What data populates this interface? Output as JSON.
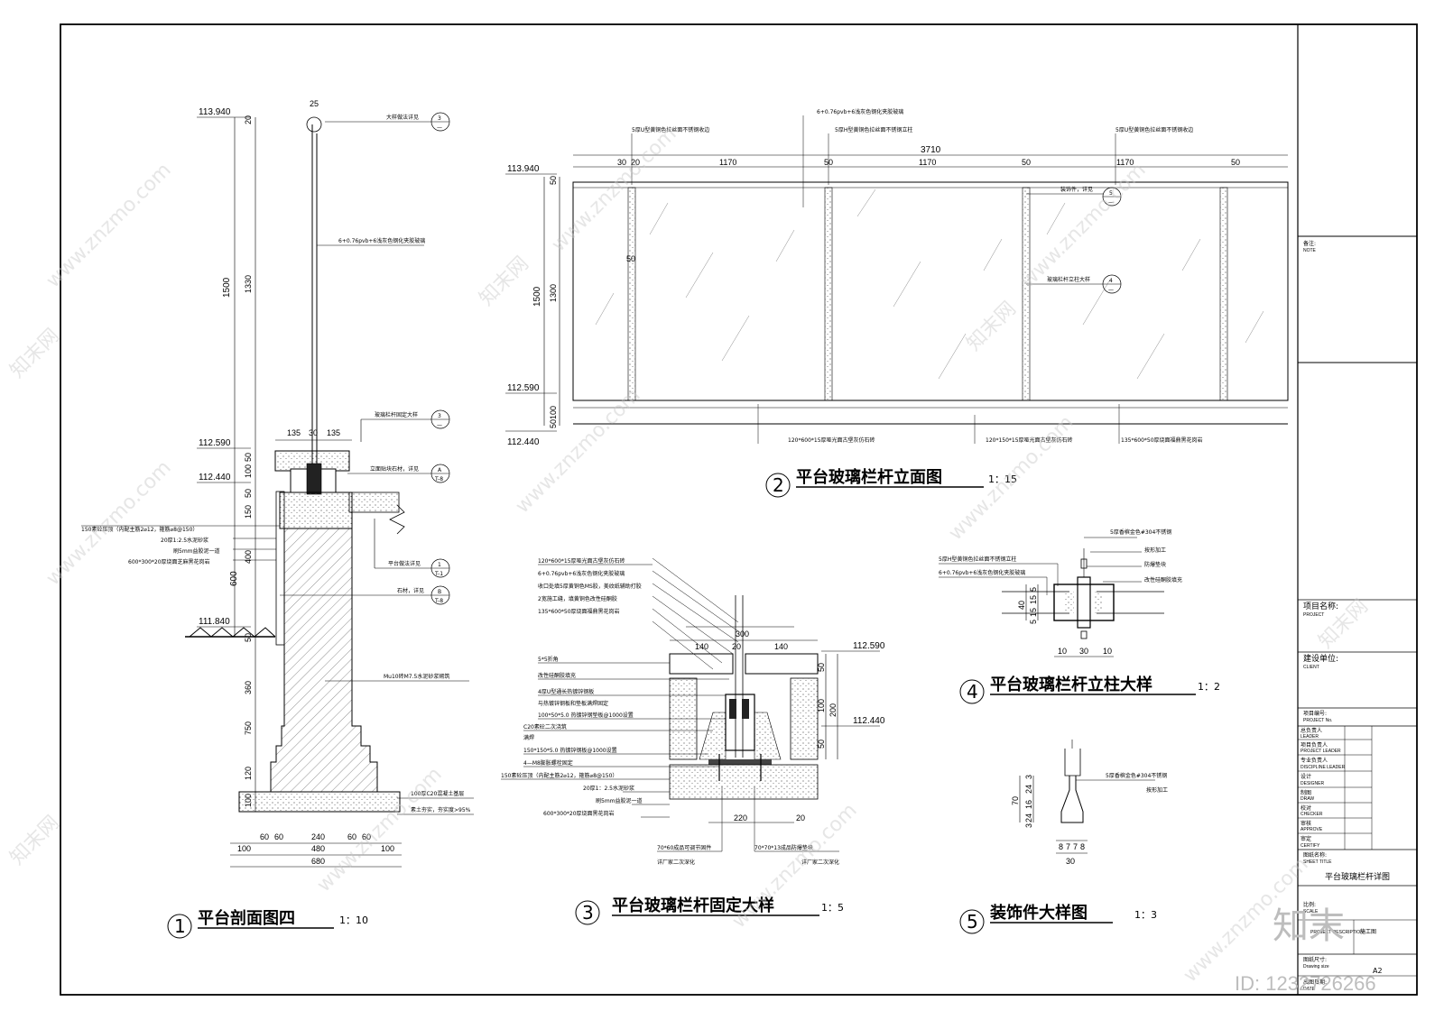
{
  "titleblock": {
    "note_cn": "备注:",
    "note_en": "NOTE",
    "project_name_cn": "项目名称:",
    "project_name_en": "PROJECT",
    "client_cn": "建设单位:",
    "client_en": "CLIENT",
    "project_no_cn": "项目编号:",
    "project_no_en": "PROJECT No.",
    "roles": [
      {
        "cn": "总负责人",
        "en": "LEADER"
      },
      {
        "cn": "项目负责人",
        "en": "PROJECT LEADER"
      },
      {
        "cn": "专业负责人",
        "en": "DISCIPLINE LEADER"
      },
      {
        "cn": "设计",
        "en": "DESIGNER"
      },
      {
        "cn": "制图",
        "en": "DRAW"
      },
      {
        "cn": "校对",
        "en": "CHECKER"
      },
      {
        "cn": "审核",
        "en": "APPROVE"
      },
      {
        "cn": "审定",
        "en": "CERTIFY"
      }
    ],
    "sheet_title_cn": "图纸名称:",
    "sheet_title_en": "SHEET TITLE",
    "sheet_title": "平台玻璃栏杆详图",
    "scale_cn": "比例:",
    "scale_en": "SCALE",
    "phase_en": "PROJECT DESCRIPTION",
    "phase_value": "施工图",
    "size_cn": "图纸尺寸:",
    "size_en": "Drawing size",
    "size_value": "A2",
    "date_cn": "出图日期:",
    "date_en": "DATE"
  },
  "views": {
    "v1": {
      "num": "1",
      "title": "平台剖面图四",
      "scale": "1：10"
    },
    "v2": {
      "num": "2",
      "title": "平台玻璃栏杆立面图",
      "scale": "1：15"
    },
    "v3": {
      "num": "3",
      "title": "平台玻璃栏杆固定大样",
      "scale": "1：5"
    },
    "v4": {
      "num": "4",
      "title": "平台玻璃栏杆立柱大样",
      "scale": "1：2"
    },
    "v5": {
      "num": "5",
      "title": "装饰件大样图",
      "scale": "1：3"
    }
  },
  "section1": {
    "elev_top": "113.940",
    "elev_mid": "112.590",
    "elev_low": "112.440",
    "elev_ground": "111.840",
    "dims_left_outer": [
      "1500"
    ],
    "dims_left_inner": [
      "20",
      "1330",
      "50",
      "100",
      "50",
      "150",
      "400",
      "600",
      "50",
      "360",
      "750",
      "120",
      "100"
    ],
    "dim_25": "25",
    "dims_top": [
      "135",
      "30",
      "135"
    ],
    "dims_bottom_1": [
      "100",
      "60",
      "60",
      "240",
      "60",
      "60",
      "100"
    ],
    "dims_bottom_2": [
      "480"
    ],
    "dims_bottom_3": [
      "680"
    ],
    "callouts": [
      {
        "text": "大样做法详见",
        "top": "3",
        "bottom": "—"
      },
      {
        "text": "玻璃栏杆固定大样",
        "top": "3",
        "bottom": "—"
      },
      {
        "text": "立面贴块石材，详见",
        "top": "A",
        "bottom": "T-8"
      },
      {
        "text": "平台做法详见",
        "top": "1",
        "bottom": "T-1"
      },
      {
        "text": "石材，详见",
        "top": "B",
        "bottom": "T-8"
      }
    ],
    "glass_note": "6+0.76pvb+6浅灰色钢化夹胶玻璃",
    "left_notes": [
      "150素砼压顶（内配主筋2⌀12，箍筋⌀8@150）",
      "20厚1:2.5水泥砂浆",
      "刷5mm益胶泥一道",
      "600*300*20厚烧面芝麻黑花岗岩"
    ],
    "wall_note": "Mu10砖M7.5水泥砂浆砌筑",
    "base_note": "100厚C20混凝土基层",
    "soil_note": "素土夯实，夯实度>95%"
  },
  "elevation2": {
    "elev_top": "113.940",
    "elev_mid": "112.590",
    "elev_low": "112.440",
    "top_notes": [
      "5厚U型黄铜色拉丝面不锈钢收边",
      "6+0.76pvb+6浅灰色钢化夹胶玻璃",
      "5厚H型黄铜色拉丝面不锈钢立柱",
      "5厚U型黄铜色拉丝面不锈钢收边"
    ],
    "total": "3710",
    "dims": [
      "30",
      "20",
      "1170",
      "50",
      "1170",
      "50",
      "1170",
      "50"
    ],
    "left_dims_outer": [
      "1500"
    ],
    "left_dims_inner": [
      "50",
      "1300",
      "100",
      "50"
    ],
    "dim_post": "50",
    "callouts": [
      {
        "text": "装饰件，详见",
        "top": "5",
        "bottom": "—"
      },
      {
        "text": "玻璃栏杆立柱大样",
        "top": "4",
        "bottom": "—"
      }
    ],
    "bottom_notes": [
      "120*600*15厚哑光面古堡灰仿石砖",
      "120*150*15厚哑光面古堡灰仿石砖",
      "135*600*50厚烧面福鼎黑花岗岩"
    ]
  },
  "detail3": {
    "notes_top": [
      "120*600*15厚哑光面古堡灰仿石砖",
      "6+0.76pvb+6浅灰色钢化夹胶玻璃",
      "收口处填5厚黄铜色MS胶，美纹纸辅助打胶",
      "2宽施工缝，填黄铜色改性硅酮胶",
      "135*600*50厚烧面福鼎黑花岗岩"
    ],
    "notes_mid": [
      "5*5折角",
      "改性硅酮胶填充",
      "4厚U型通长热镀锌钢板",
      "与热镀锌钢板和垫板满焊固定",
      "100*50*5.0  热镀锌钢垫板@1000设置",
      "C20素砼二次浇筑",
      "满焊",
      "150*150*5.0  热镀锌钢板@1000设置",
      "4—M8膨胀螺栓固定",
      "150素砼压顶（内配主筋2⌀12，箍筋⌀8@150）",
      "20厚1：2.5水泥砂浆",
      "刷5mm益胶泥一道",
      "600*300*20厚烧面黑花岗岩"
    ],
    "dims_top": [
      "300"
    ],
    "dims_top2": [
      "140",
      "20",
      "140"
    ],
    "dims_right": [
      "50",
      "100",
      "50",
      "200"
    ],
    "dims_bottom": [
      "220",
      "20"
    ],
    "elev_1": "112.590",
    "elev_2": "112.440",
    "bottom_left": [
      "70*60成品可调节固件",
      "详厂家二次深化"
    ],
    "bottom_right": [
      "70*70*13成品防爆垫块",
      "详厂家二次深化"
    ]
  },
  "detail4": {
    "notes": [
      "5厚香槟金色#304不锈钢",
      "按形加工",
      "防爆垫块",
      "改性硅酮胶填充",
      "5厚H型黄铜色拉丝面不锈钢立柱",
      "6+0.76pvb+6浅灰色钢化夹胶玻璃"
    ],
    "dims_left": [
      "5",
      "15",
      "15",
      "5"
    ],
    "dim_40": "40",
    "dims_bottom": [
      "10",
      "30",
      "10"
    ]
  },
  "detail5": {
    "notes": [
      "5厚香槟金色#304不锈钢",
      "按形加工"
    ],
    "dims_left_outer": [
      "70"
    ],
    "dims_left_inner": [
      "24",
      "16",
      "24",
      "3",
      "3"
    ],
    "dims_bottom": [
      "8",
      "7",
      "7",
      "8"
    ],
    "dim_bottom_total": "30"
  },
  "watermarks": {
    "site": "www.znzmo.com",
    "brand": "知末网",
    "logo": "知末",
    "id": "ID: 1232726266"
  }
}
